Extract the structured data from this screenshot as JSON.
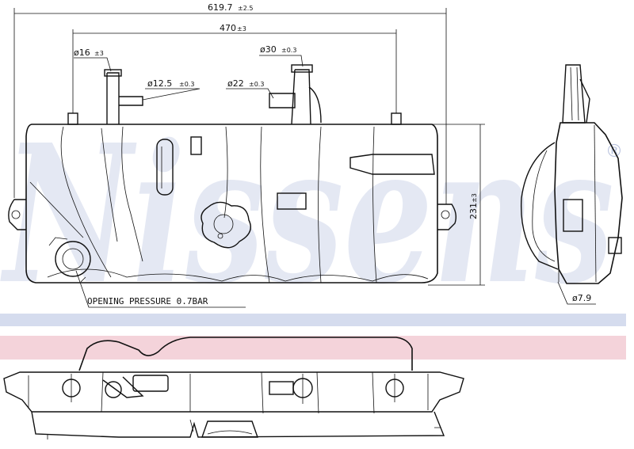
{
  "watermark": {
    "text": "Nissens",
    "registered": "®",
    "color": "#cfd6ea"
  },
  "bands": {
    "top_color": "#d5dcee",
    "bottom_color": "#f4d3da"
  },
  "dimensions": {
    "overall_width": {
      "value": "619.7",
      "tol": "±2.5"
    },
    "mount_spacing": {
      "value": "470",
      "tol": "±3"
    },
    "height": {
      "value": "231",
      "tol": "±3"
    },
    "inlet_small": {
      "value": "ø16",
      "tol": "±3"
    },
    "inlet_mid": {
      "value": "ø12.5",
      "tol": "±0.3"
    },
    "inlet_large": {
      "value": "ø30",
      "tol": "±0.3"
    },
    "inlet_side": {
      "value": "ø22",
      "tol": "±0.3"
    },
    "outlet": {
      "value": "ø7.9"
    }
  },
  "notes": {
    "opening_pressure": "OPENING PRESSURE 0.7BAR"
  }
}
